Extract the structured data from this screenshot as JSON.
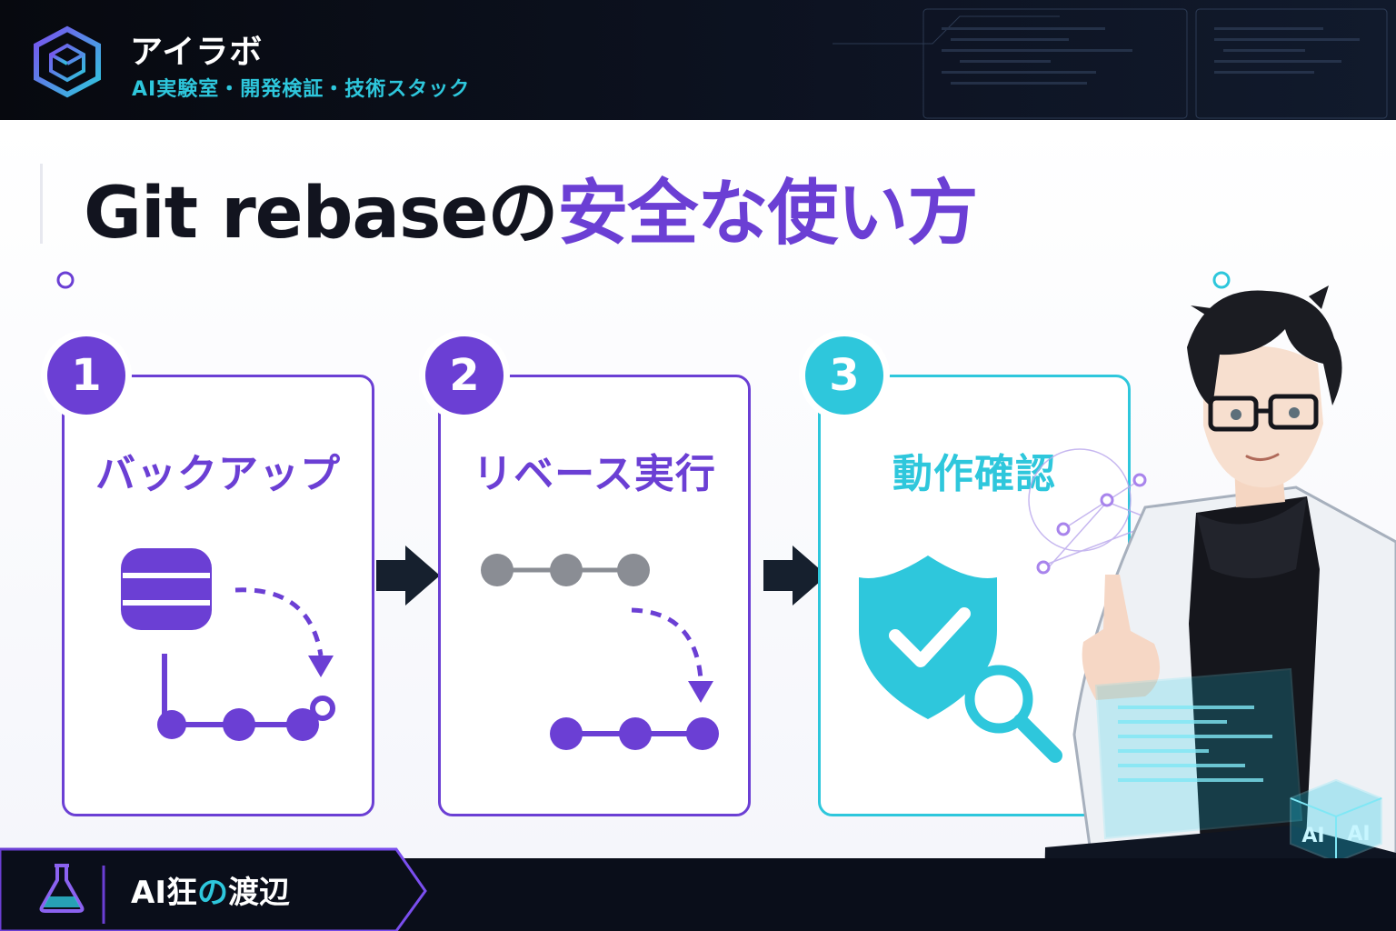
{
  "header": {
    "brand_name": "アイラボ",
    "brand_subtitle": "AI実験室・開発検証・技術スタック"
  },
  "title": {
    "part1": "Git rebaseの",
    "part2": "安全な使い方"
  },
  "steps": [
    {
      "number": "1",
      "label": "バックアップ",
      "color": "#6b3fd4"
    },
    {
      "number": "2",
      "label": "リベース実行",
      "color": "#6b3fd4"
    },
    {
      "number": "3",
      "label": "動作確認",
      "color": "#2ec7dc"
    }
  ],
  "footer": {
    "author_part1": "AI狂",
    "author_part2": "の",
    "author_part3": "渡辺"
  },
  "cube_label": "AI",
  "colors": {
    "accent_purple": "#6b3fd4",
    "accent_cyan": "#2ec7dc",
    "dark": "#0a0e1a"
  }
}
